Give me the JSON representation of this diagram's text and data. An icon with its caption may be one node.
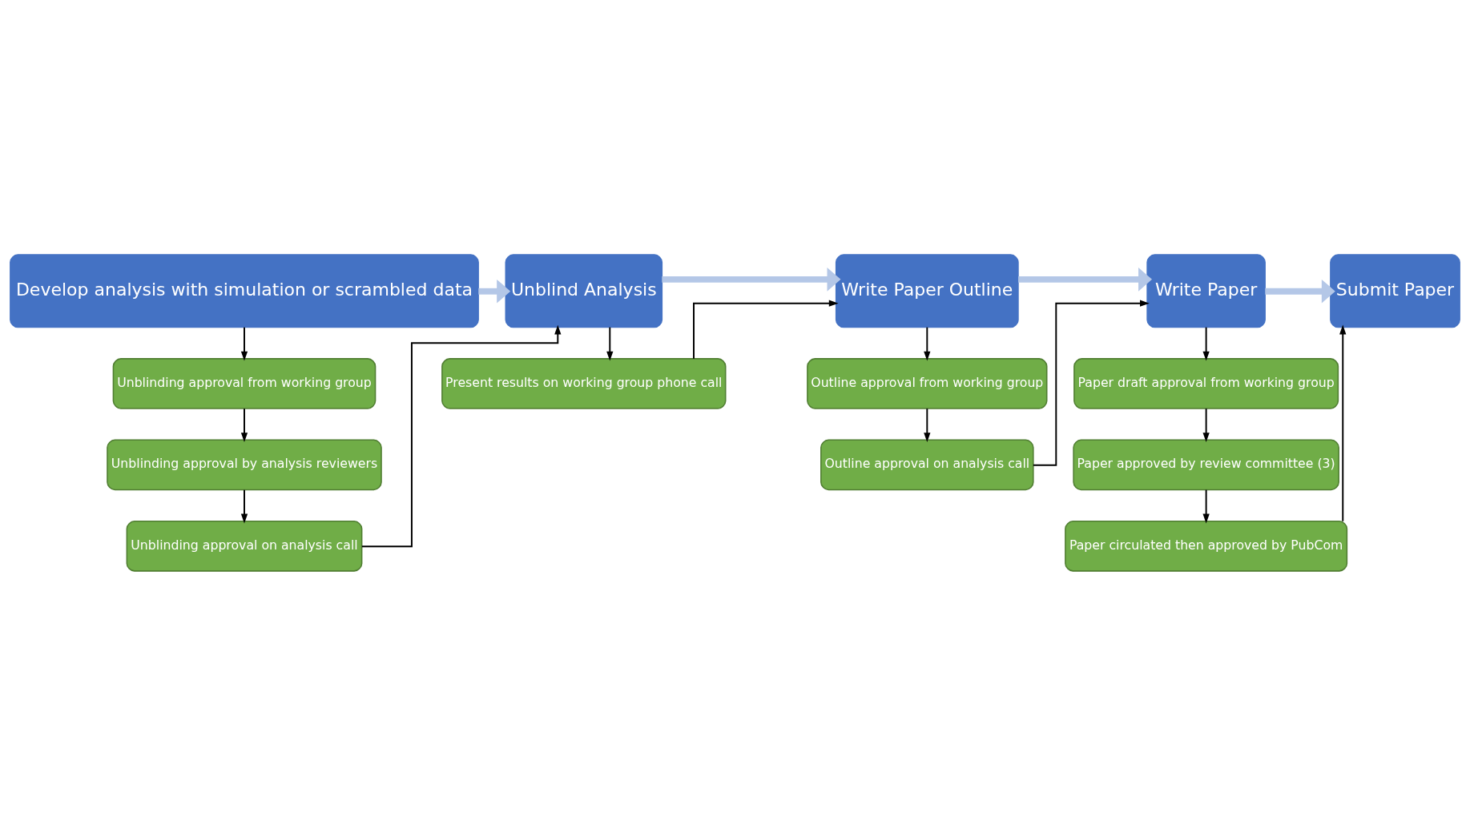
{
  "diagram": {
    "nodes": [
      {
        "text": [
          "Develop analysis with simulation or scrambled data"
        ]
      },
      {
        "text": [
          "Unblind Analysis"
        ]
      },
      {
        "text": [
          "Write Paper Outline"
        ]
      },
      {
        "text": [
          "Write Paper"
        ]
      },
      {
        "text": [
          "Submit Paper"
        ]
      },
      {
        "text": [
          "Unblinding approval from working group"
        ]
      },
      {
        "text": [
          "Unblinding approval by analysis reviewers"
        ]
      },
      {
        "text": [
          "Unblinding approval on analysis call"
        ]
      },
      {
        "text": [
          "Present results on working group phone call"
        ]
      },
      {
        "text": [
          "Outline approval from working group"
        ]
      },
      {
        "text": [
          "Outline approval on analysis call"
        ]
      },
      {
        "text": [
          "Paper draft approval from working group"
        ]
      },
      {
        "text": [
          "Paper approved by review committee (3)"
        ]
      },
      {
        "text": [
          "Paper circulated then approved by PubCom"
        ]
      }
    ],
    "edges": [
      {
        "from": 0,
        "to": 1,
        "arrow": "to",
        "style": "thick",
        "color": "#b4c7e7"
      },
      {
        "from": 1,
        "to": 2,
        "arrow": "to",
        "style": "thick",
        "color": "#b4c7e7"
      },
      {
        "from": 2,
        "to": 3,
        "arrow": "to",
        "style": "thick",
        "color": "#b4c7e7"
      },
      {
        "from": 3,
        "to": 4,
        "arrow": "to",
        "style": "thick",
        "color": "#b4c7e7"
      },
      {
        "from": 0,
        "to": 5,
        "arrow": "to"
      },
      {
        "from": 5,
        "to": 6,
        "arrow": "to"
      },
      {
        "from": 6,
        "to": 7,
        "arrow": "to"
      },
      {
        "from": 7,
        "to": 1,
        "arrow": "to"
      },
      {
        "from": 1,
        "to": 8,
        "arrow": "to"
      },
      {
        "from": 8,
        "to": 2,
        "arrow": "to"
      },
      {
        "from": 2,
        "to": 9,
        "arrow": "to"
      },
      {
        "from": 9,
        "to": 10,
        "arrow": "to"
      },
      {
        "from": 10,
        "to": 3,
        "arrow": "to"
      },
      {
        "from": 3,
        "to": 11,
        "arrow": "to"
      },
      {
        "from": 11,
        "to": 12,
        "arrow": "to"
      },
      {
        "from": 12,
        "to": 13,
        "arrow": "to"
      },
      {
        "from": 13,
        "to": 4,
        "arrow": "to"
      }
    ]
  }
}
